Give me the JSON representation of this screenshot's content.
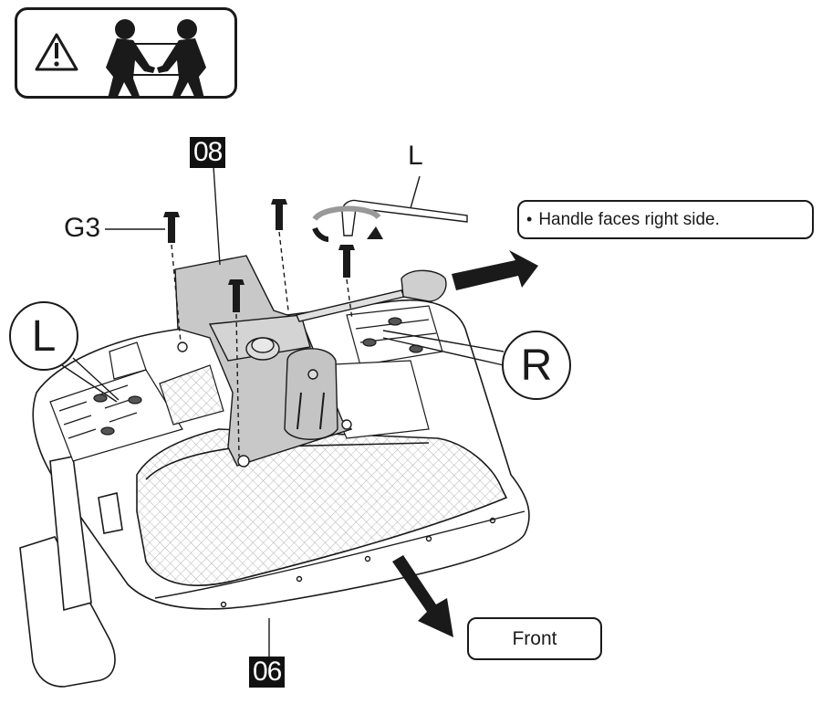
{
  "warning": {
    "icon": "warning-triangle-icon",
    "pictogram": "two-person-lift-icon",
    "meaning": "Two-person assembly required"
  },
  "parts": {
    "mechanism_tag": "08",
    "seat_tag": "06",
    "screw_label": "G3",
    "wrench_label": "L"
  },
  "callouts": {
    "left": "L",
    "right": "R"
  },
  "notes": {
    "handle_bullet": "•",
    "handle_note": "Handle faces right side.",
    "front_label": "Front"
  },
  "colors": {
    "line": "#1a1a1a",
    "mechanism_fill": "#c8c8c8",
    "tag_background": "#111111",
    "mesh": "#b5b5b5"
  }
}
